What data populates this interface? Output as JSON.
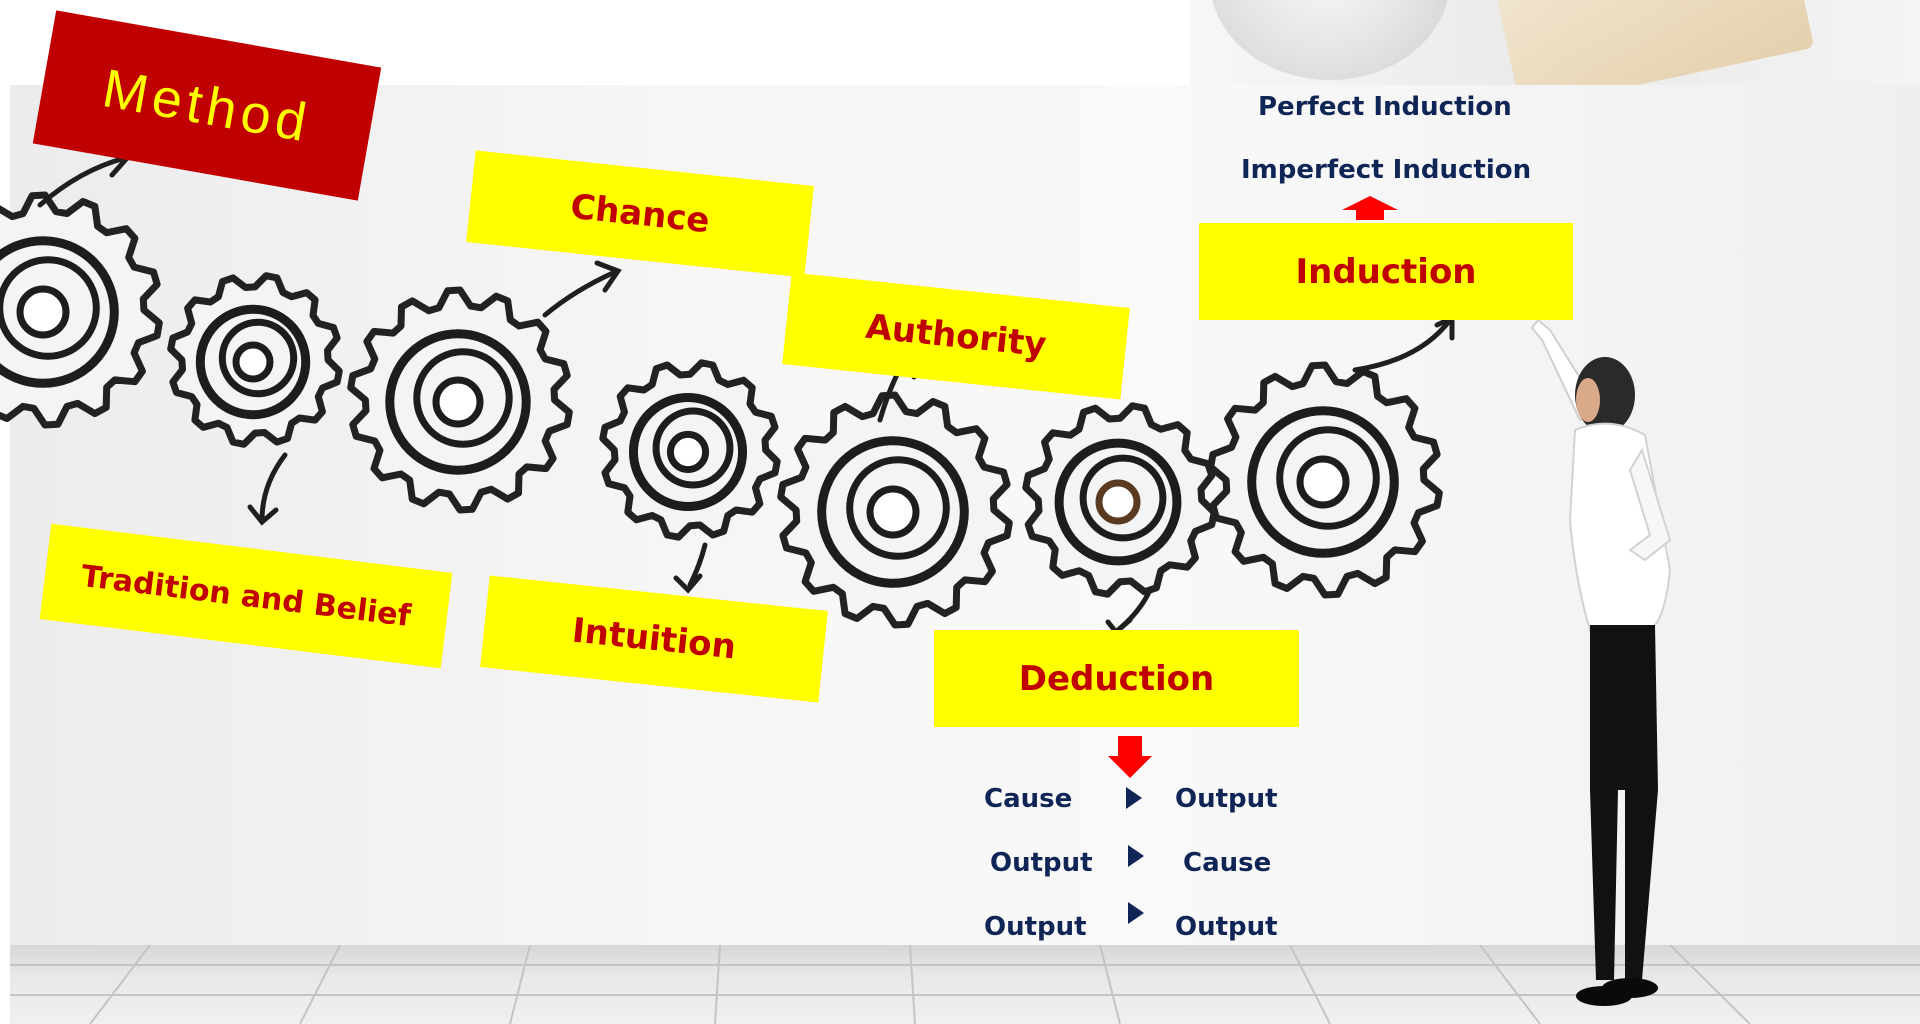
{
  "title": "Method",
  "labels": {
    "chance": "Chance",
    "authority": "Authority",
    "induction": "Induction",
    "tradition": "Tradition and Belief",
    "intuition": "Intuition",
    "deduction": "Deduction"
  },
  "induction_types": [
    "Perfect Induction",
    "Imperfect Induction"
  ],
  "deduction_rows": [
    {
      "from": "Cause",
      "to": "Output"
    },
    {
      "from": "Output",
      "to": "Cause"
    },
    {
      "from": "Output",
      "to": "Output"
    }
  ],
  "colors": {
    "label_bg": "#ffff00",
    "label_text": "#c00000",
    "title_bg": "#c00000",
    "title_text": "#ffff00",
    "sub_text": "#0f2556",
    "red_arrow": "#ff0000"
  },
  "icons": [
    "gear-icon",
    "person-image",
    "magnifier-image",
    "book-image"
  ]
}
